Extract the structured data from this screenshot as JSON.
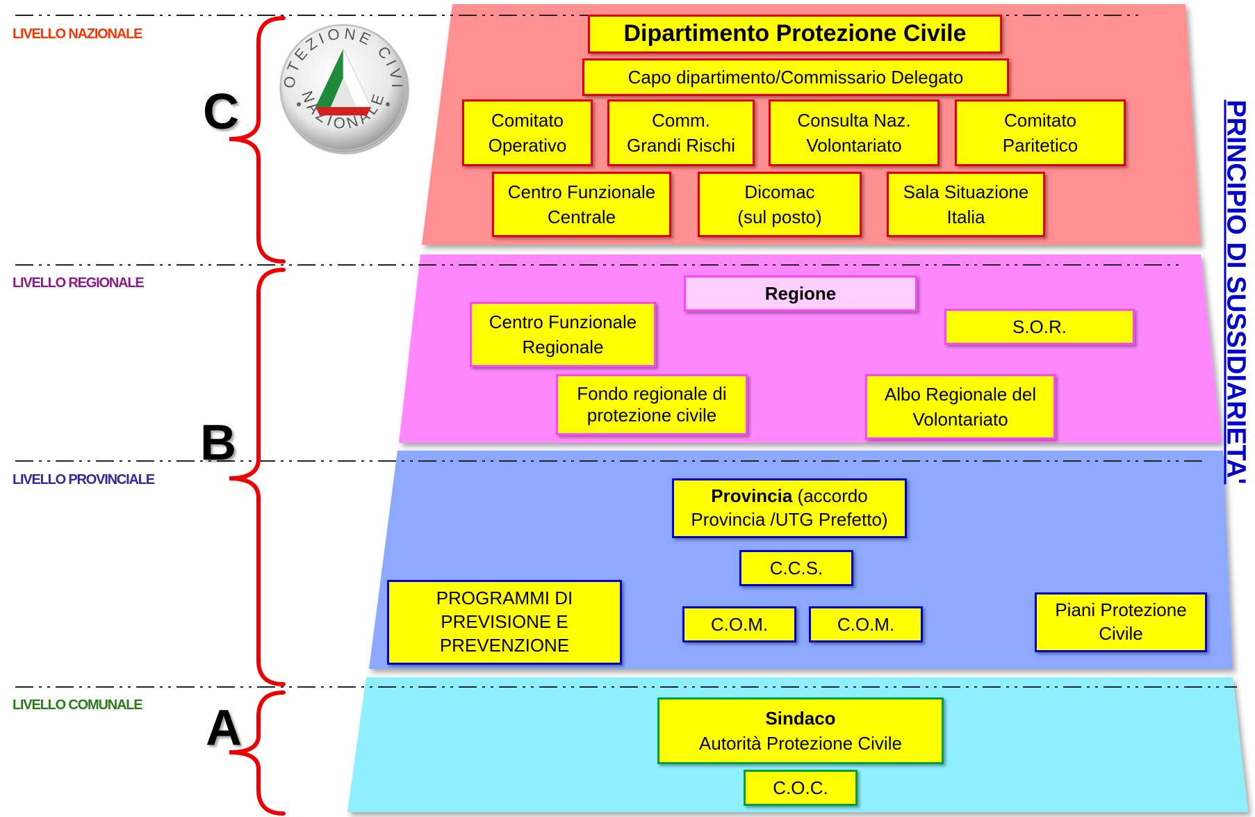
{
  "levels": [
    {
      "label": "LIVELLO NAZIONALE",
      "color": "#ff3300",
      "letter": "C",
      "fill": "#ff8f91"
    },
    {
      "label": "LIVELLO REGIONALE",
      "color": "#8b1a8b",
      "letter": "B",
      "fill": "#ff88ff"
    },
    {
      "label": "LIVELLO PROVINCIALE",
      "color": "#2b2b9b",
      "letter": "",
      "fill": "#8ca8ff"
    },
    {
      "label": "LIVELLO COMUNALE",
      "color": "#2a7a1a",
      "letter": "A",
      "fill": "#8ef0ff"
    }
  ],
  "logo": {
    "top_text": "PROTEZIONE CIVILE",
    "bottom_text": "NAZIONALE"
  },
  "side_text": "PRINCIPIO DI SUSSIDIARIETA'",
  "nazionale": {
    "title": "Dipartimento Protezione Civile",
    "capo": "Capo dipartimento/Commissario Delegato",
    "comitato_operativo": [
      "Comitato",
      "Operativo"
    ],
    "comm_grandi_rischi": [
      "Comm.",
      "Grandi Rischi"
    ],
    "consulta": [
      "Consulta Naz.",
      "Volontariato"
    ],
    "comitato_paritetico": [
      "Comitato",
      "Paritetico"
    ],
    "centro_funzionale": [
      "Centro Funzionale",
      "Centrale"
    ],
    "dicomac": [
      "Dicomac",
      "(sul posto)"
    ],
    "sala_situazione": [
      "Sala Situazione",
      "Italia"
    ]
  },
  "regionale": {
    "regione": "Regione",
    "sor": "S.O.R.",
    "centro_funzionale": [
      "Centro Funzionale",
      "Regionale"
    ],
    "fondo": [
      "Fondo regionale di",
      "protezione civile"
    ],
    "albo": [
      "Albo Regionale del",
      "Volontariato"
    ]
  },
  "provinciale": {
    "provincia_bold": "Provincia",
    "provincia_rest": " (accordo",
    "provincia_line2": "Provincia /UTG Prefetto)",
    "ccs": "C.C.S.",
    "com_1": "C.O.M.",
    "com_2": "C.O.M.",
    "programmi": [
      "PROGRAMMI DI",
      "PREVISIONE E",
      "PREVENZIONE"
    ],
    "piani": [
      "Piani Protezione",
      "Civile"
    ]
  },
  "comunale": {
    "sindaco": "Sindaco",
    "autorita": "Autorità Protezione Civile",
    "coc": "C.O.C."
  }
}
